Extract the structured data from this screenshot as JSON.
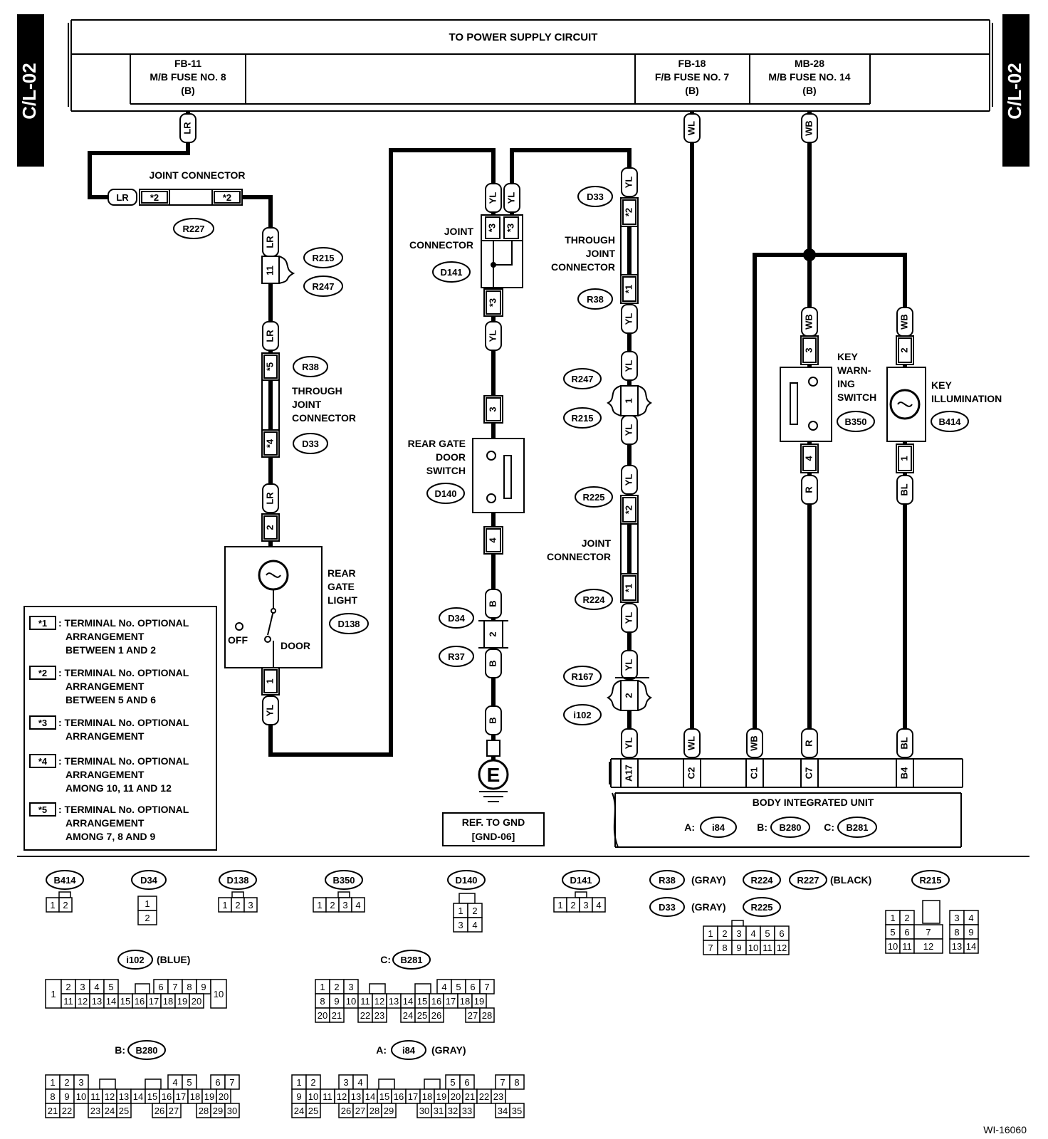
{
  "page": {
    "side_tab_left": "C/L-02",
    "side_tab_right": "C/L-02",
    "figure_id": "WI-16060"
  },
  "power": {
    "title": "TO POWER SUPPLY CIRCUIT",
    "fuses": [
      {
        "line1": "FB-11",
        "line2": "M/B FUSE NO. 8",
        "line3": "(B)"
      },
      {
        "line1": "FB-18",
        "line2": "F/B FUSE NO. 7",
        "line3": "(B)"
      },
      {
        "line1": "MB-28",
        "line2": "M/B FUSE NO. 14",
        "line3": "(B)"
      }
    ]
  },
  "wires": {
    "LR": "LR",
    "YL": "YL",
    "WL": "WL",
    "WB": "WB",
    "R": "R",
    "BL": "BL",
    "B": "B"
  },
  "terminals": {
    "s1": "*1",
    "s2": "*2",
    "s3": "*3",
    "s4": "*4",
    "s5": "*5",
    "t1": "1",
    "t2": "2",
    "t3": "3",
    "t4": "4",
    "t11": "11"
  },
  "labels": {
    "joint_connector": "JOINT CONNECTOR",
    "joint": "JOINT",
    "connector": "CONNECTOR",
    "through": "THROUGH",
    "rear": "REAR",
    "gate": "GATE",
    "light": "LIGHT",
    "off": "OFF",
    "door": "DOOR",
    "rear_gate": "REAR GATE",
    "door_w": "DOOR",
    "switch": "SWITCH",
    "key": "KEY",
    "warn": "WARN-",
    "ing": "ING",
    "illumination": "ILLUMINATION",
    "ground": "E",
    "ref_gnd_1": "REF. TO GND",
    "ref_gnd_2": "[GND-06]",
    "biu_title": "BODY INTEGRATED UNIT",
    "biu_a": "A:",
    "biu_b": "B:",
    "biu_c": "C:"
  },
  "connectors": {
    "R227": "R227",
    "R215": "R215",
    "R247": "R247",
    "R38": "R38",
    "D33": "D33",
    "D141": "D141",
    "D140": "D140",
    "D138": "D138",
    "D34": "D34",
    "R37": "R37",
    "R225": "R225",
    "R224": "R224",
    "R167": "R167",
    "i102": "i102",
    "B350": "B350",
    "B414": "B414",
    "i84": "i84",
    "B280": "B280",
    "B281": "B281"
  },
  "pins": {
    "A17": "A17",
    "C2": "C2",
    "C1": "C1",
    "C7": "C7",
    "B4": "B4"
  },
  "legend": [
    {
      "key": "*1",
      "lines": [
        ": TERMINAL No. OPTIONAL",
        "ARRANGEMENT",
        "BETWEEN 1 AND 2"
      ]
    },
    {
      "key": "*2",
      "lines": [
        ": TERMINAL No. OPTIONAL",
        "ARRANGEMENT",
        "BETWEEN 5 AND 6"
      ]
    },
    {
      "key": "*3",
      "lines": [
        ": TERMINAL No. OPTIONAL",
        "ARRANGEMENT"
      ]
    },
    {
      "key": "*4",
      "lines": [
        ": TERMINAL No. OPTIONAL",
        "ARRANGEMENT",
        "AMONG 10, 11  AND 12"
      ]
    },
    {
      "key": "*5",
      "lines": [
        ": TERMINAL No. OPTIONAL",
        "ARRANGEMENT",
        "AMONG 7, 8  AND 9"
      ]
    }
  ],
  "faces": {
    "gray": "(GRAY)",
    "black": "(BLACK)",
    "blue": "(BLUE)",
    "c_prefix": "C:",
    "b_prefix": "B:",
    "a_prefix": "A:",
    "R224": "R224",
    "R225": "R225",
    "R227": "R227",
    "R215": "R215",
    "i102": "i102",
    "B281": "B281",
    "B280": "B280",
    "i84": "i84",
    "B414": "B414",
    "D34": "D34",
    "D138": "D138",
    "B350": "B350",
    "D140": "D140",
    "D141": "D141",
    "R38": "R38",
    "D33": "D33"
  }
}
